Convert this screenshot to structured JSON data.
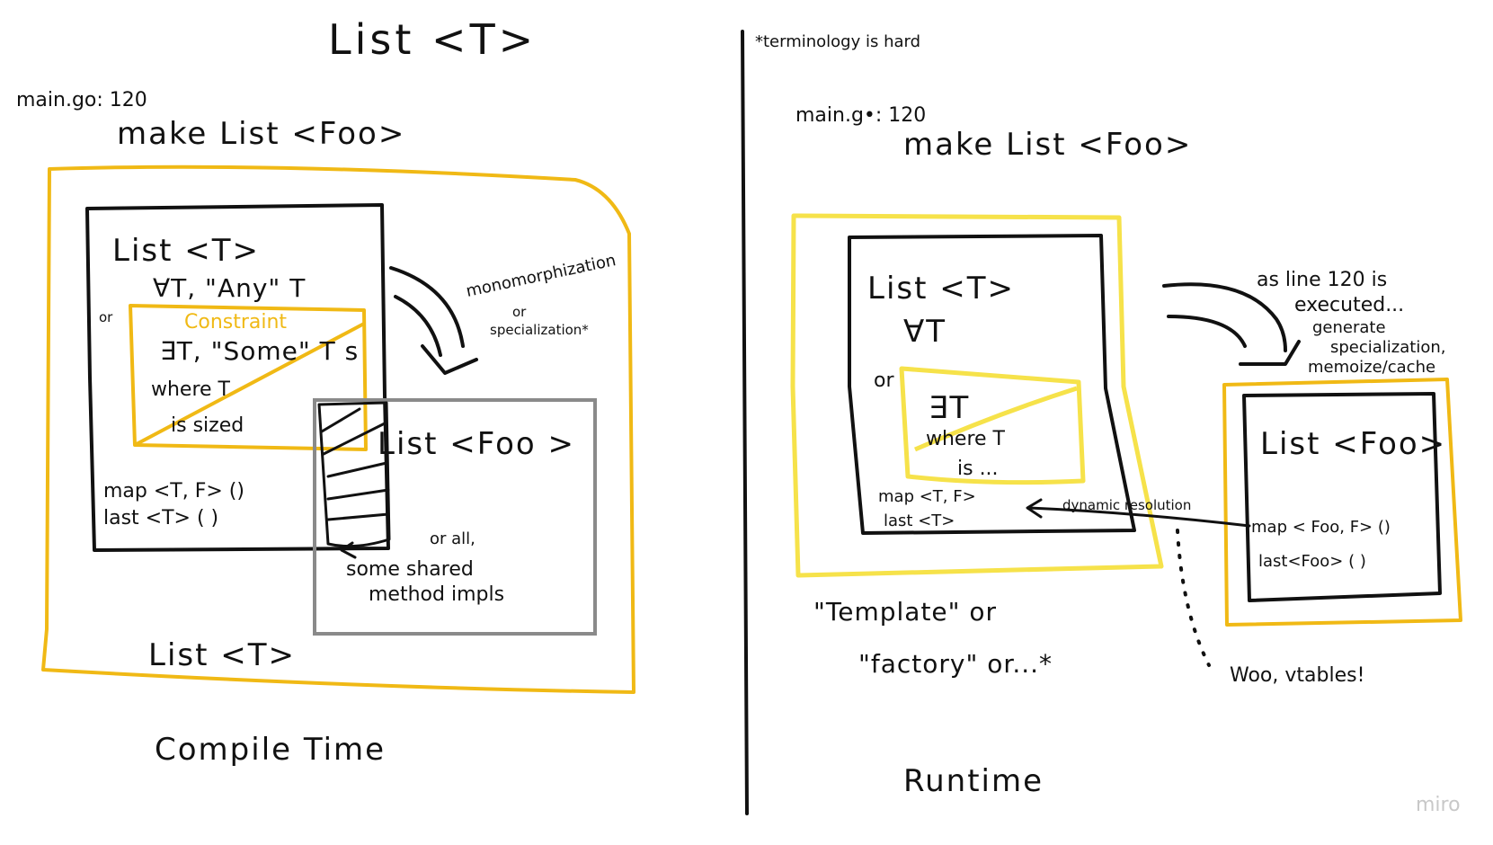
{
  "compile": {
    "title": "List <T>",
    "file_ref": "main.go: 120",
    "make_call": "make List <Foo>",
    "box_title": "List <T>",
    "forall": "∀T, \"Any\" T",
    "or_label": "or",
    "constraint_label": "Constraint",
    "exists_line1": "∃T, \"Some\" T s",
    "exists_line2": "where T",
    "exists_line3": "is sized",
    "method1": "map <T, F> ()",
    "method2": "last <T> ( )",
    "arrow_label1": "monomorphization",
    "arrow_label2": "or",
    "arrow_label3": "specialization*",
    "foo_box_title": "List <Foo >",
    "shared1": "or all,",
    "shared2": "some shared",
    "shared3": "method impls",
    "bottom_label": "List <T>",
    "footer": "Compile Time"
  },
  "runtime": {
    "note": "*terminology is hard",
    "file_ref": "main.g•: 120",
    "make_call": "make List <Foo>",
    "box_title": "List <T>",
    "forall": "∀T",
    "or_label": "or",
    "exists_line1": "∃T",
    "exists_line2": "where T",
    "exists_line3": "is ...",
    "method1": "map <T, F>",
    "method2": "last <T>",
    "exec1": "as line 120 is",
    "exec2": "executed...",
    "gen1": "generate",
    "gen2": "specialization,",
    "gen3": "memoize/cache",
    "foo_box_title": "List <Foo>",
    "foo_method1": "map < Foo, F> ()",
    "foo_method2": "last<Foo> ( )",
    "dyn_label": "dynamic resolution",
    "vtables": "Woo, vtables!",
    "template1": "\"Template\"  or",
    "template2": "\"factory\"  or...*",
    "footer": "Runtime"
  },
  "watermark": "miro",
  "colors": {
    "ink": "#111111",
    "gold": "#f0b915",
    "yellow": "#f6e24a",
    "grey": "#8a8a8a"
  }
}
